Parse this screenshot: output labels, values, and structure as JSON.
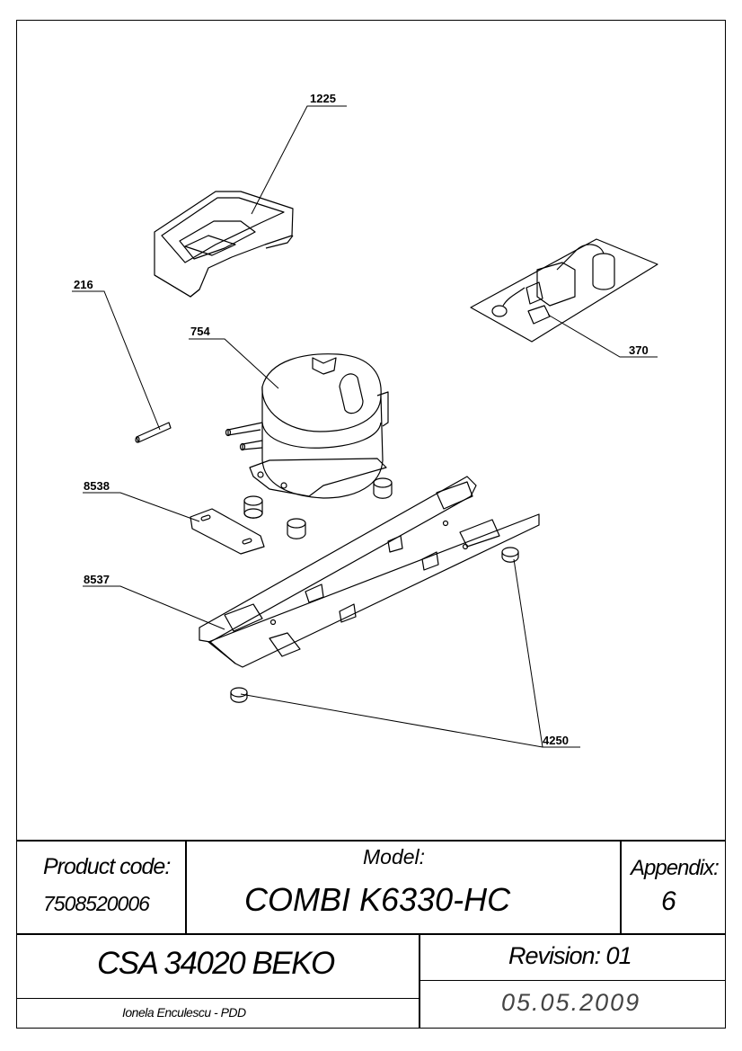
{
  "parts": [
    {
      "number": "1225"
    },
    {
      "number": "216"
    },
    {
      "number": "754"
    },
    {
      "number": "370"
    },
    {
      "number": "8538"
    },
    {
      "number": "8537"
    },
    {
      "number": "4250"
    }
  ],
  "title_block": {
    "product_code_label": "Product code:",
    "product_code": "7508520006",
    "model_label": "Model:",
    "model": "COMBI K6330-HC",
    "appendix_label": "Appendix:",
    "appendix": "6",
    "assembly": "CSA 34020 BEKO",
    "revision": "Revision: 01",
    "author": "Ionela Enculescu - PDD",
    "date": "05.05.2009"
  }
}
